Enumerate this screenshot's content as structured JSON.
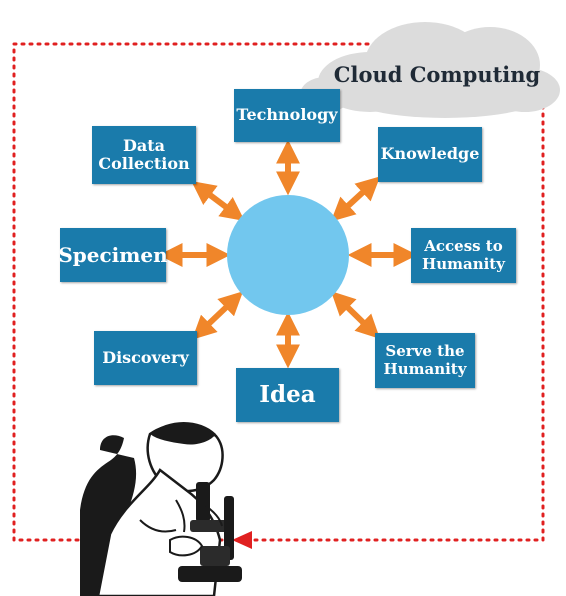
{
  "diagram": {
    "cloud": {
      "label": "Cloud Computing"
    },
    "nodes": {
      "technology": "Technology",
      "data_collection": "Data Collection",
      "knowledge": "Knowledge",
      "specimen": "Specimen",
      "access": "Access to Humanity",
      "discovery": "Discovery",
      "serve": "Serve the Humanity",
      "idea": "Idea"
    }
  },
  "colors": {
    "node_fill": "#1a7bab",
    "hub_fill": "#72c7ee",
    "arrow": "#f0862a",
    "border_dots": "#e02020",
    "cloud_fill": "#dcdcdc"
  },
  "icons": {
    "scientist": "scientist-with-microscope-icon"
  }
}
